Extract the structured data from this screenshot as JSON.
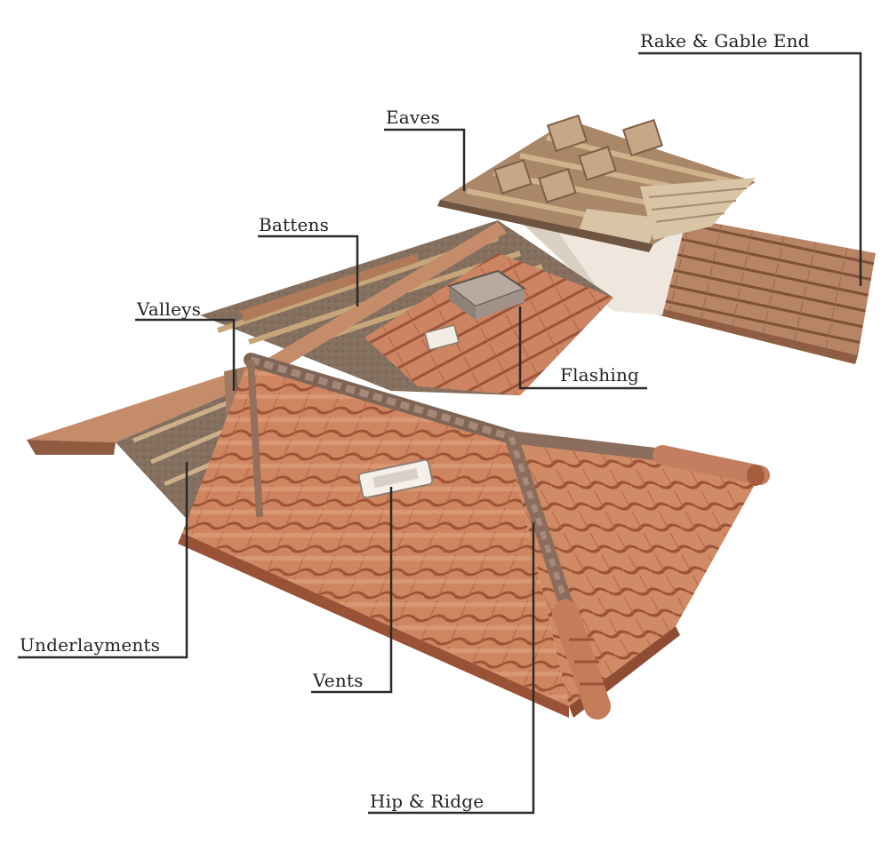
{
  "labels": {
    "rake_gable_end": "Rake & Gable End",
    "eaves": "Eaves",
    "battens": "Battens",
    "valleys": "Valleys",
    "flashing": "Flashing",
    "underlayments": "Underlayments",
    "vents": "Vents",
    "hip_ridge": "Hip & Ridge"
  },
  "colors": {
    "tile": "#cf8660",
    "tile_light": "#e0a17d",
    "tile_shadow": "#a4593b",
    "underlayment": "#8a7460",
    "batten": "#b98f6a",
    "wall": "#ece4da",
    "ridge": "#8c6f5c",
    "leader": "#2a2a2a"
  },
  "icons": [
    "roof-illustration"
  ]
}
